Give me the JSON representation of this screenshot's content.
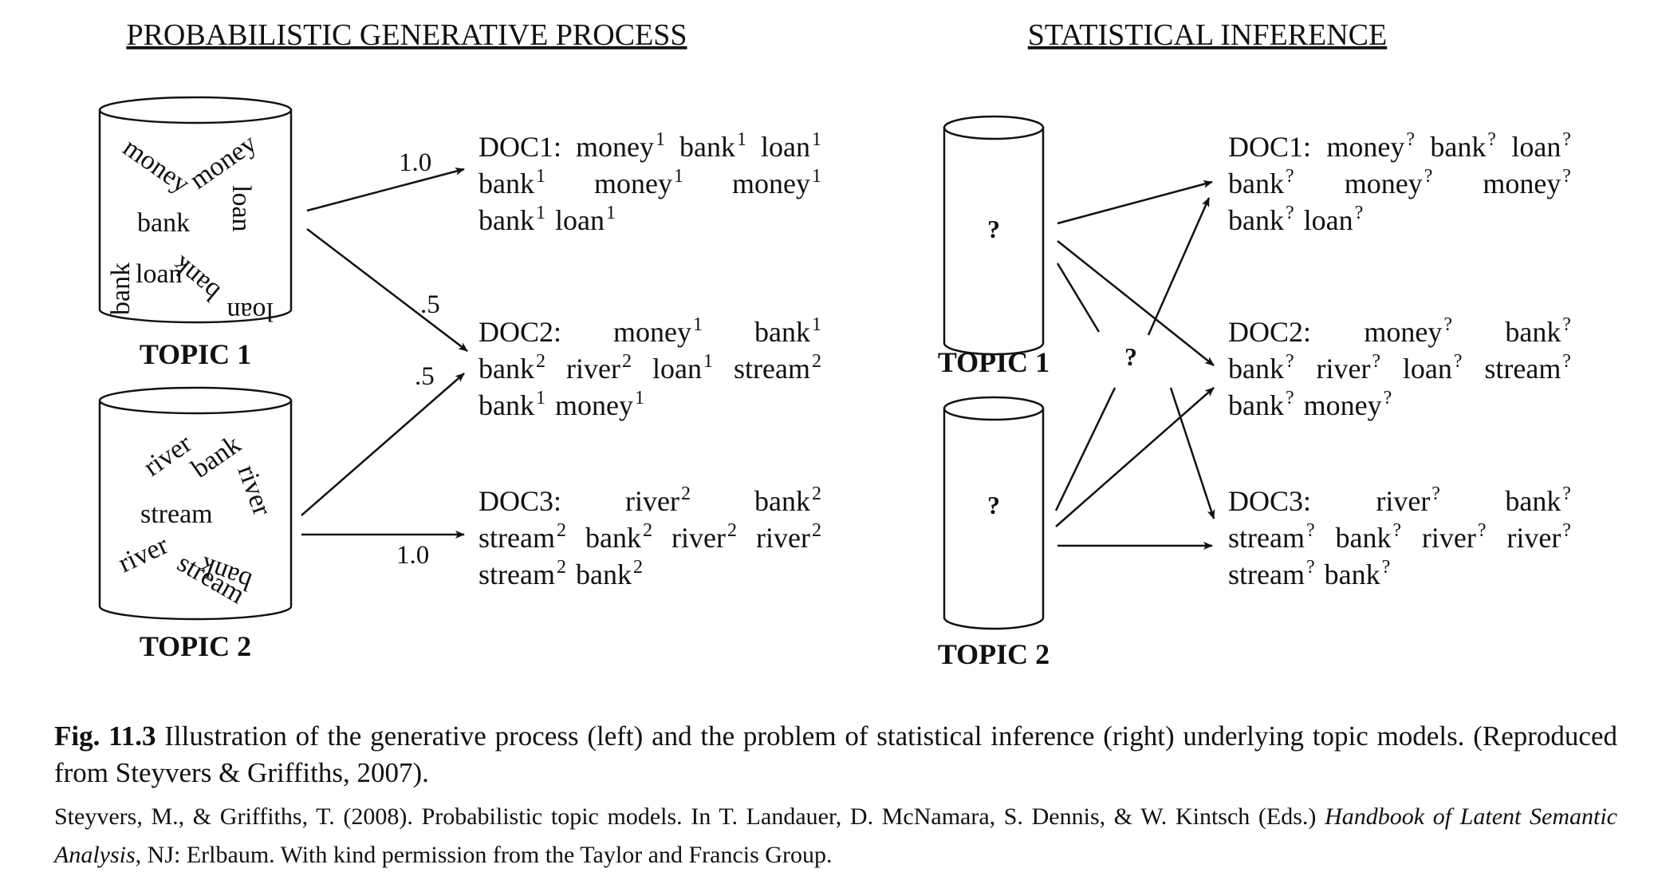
{
  "headings": {
    "left": "PROBABILISTIC GENERATIVE PROCESS",
    "right": "STATISTICAL INFERENCE"
  },
  "topics": {
    "topic1_label": "TOPIC 1",
    "topic2_label": "TOPIC 2",
    "topic1_words": [
      "money",
      "money",
      "loan",
      "bank",
      "bank",
      "loan",
      "bank",
      "loan"
    ],
    "topic2_words": [
      "river",
      "bank",
      "river",
      "stream",
      "river",
      "bank",
      "stream"
    ]
  },
  "weights": {
    "t1_doc1": "1.0",
    "t1_doc2": ".5",
    "t2_doc2": ".5",
    "t2_doc3": "1.0"
  },
  "unknown_marker": "?",
  "docs": [
    {
      "id": "DOC1:",
      "lines": [
        [
          [
            "money",
            "1"
          ],
          [
            "bank",
            "1"
          ],
          [
            "loan",
            "1"
          ]
        ],
        [
          [
            "bank",
            "1"
          ],
          [
            "money",
            "1"
          ],
          [
            "money",
            "1"
          ]
        ],
        [
          [
            "bank",
            "1"
          ],
          [
            "loan",
            "1"
          ]
        ]
      ]
    },
    {
      "id": "DOC2:",
      "lines": [
        [
          [
            "money",
            "1"
          ],
          [
            "bank",
            "1"
          ]
        ],
        [
          [
            "bank",
            "2"
          ],
          [
            "river",
            "2"
          ],
          [
            "loan",
            "1"
          ],
          [
            "stream",
            "2"
          ]
        ],
        [
          [
            "bank",
            "1"
          ],
          [
            "money",
            "1"
          ]
        ]
      ]
    },
    {
      "id": "DOC3:",
      "lines": [
        [
          [
            "river",
            "2"
          ],
          [
            "bank",
            "2"
          ]
        ],
        [
          [
            "stream",
            "2"
          ],
          [
            "bank",
            "2"
          ],
          [
            "river",
            "2"
          ],
          [
            "river",
            "2"
          ]
        ],
        [
          [
            "stream",
            "2"
          ],
          [
            "bank",
            "2"
          ]
        ]
      ]
    }
  ],
  "caption": {
    "fig_label": "Fig. 11.3",
    "text": " Illustration of the generative process (left) and the problem of statistical inference (right) underlying topic models. (Reproduced from Steyvers & Griffiths, 2007).",
    "credit_before": "Steyvers, M., & Griffiths, T. (2008). Probabilistic topic models. In T. Landauer, D. McNamara, S. Dennis, & W. Kintsch (Eds.) ",
    "credit_italic": "Handbook of Latent Semantic Analysis",
    "credit_after": ", NJ: Erlbaum. With kind permission from the Taylor and Francis Group."
  }
}
